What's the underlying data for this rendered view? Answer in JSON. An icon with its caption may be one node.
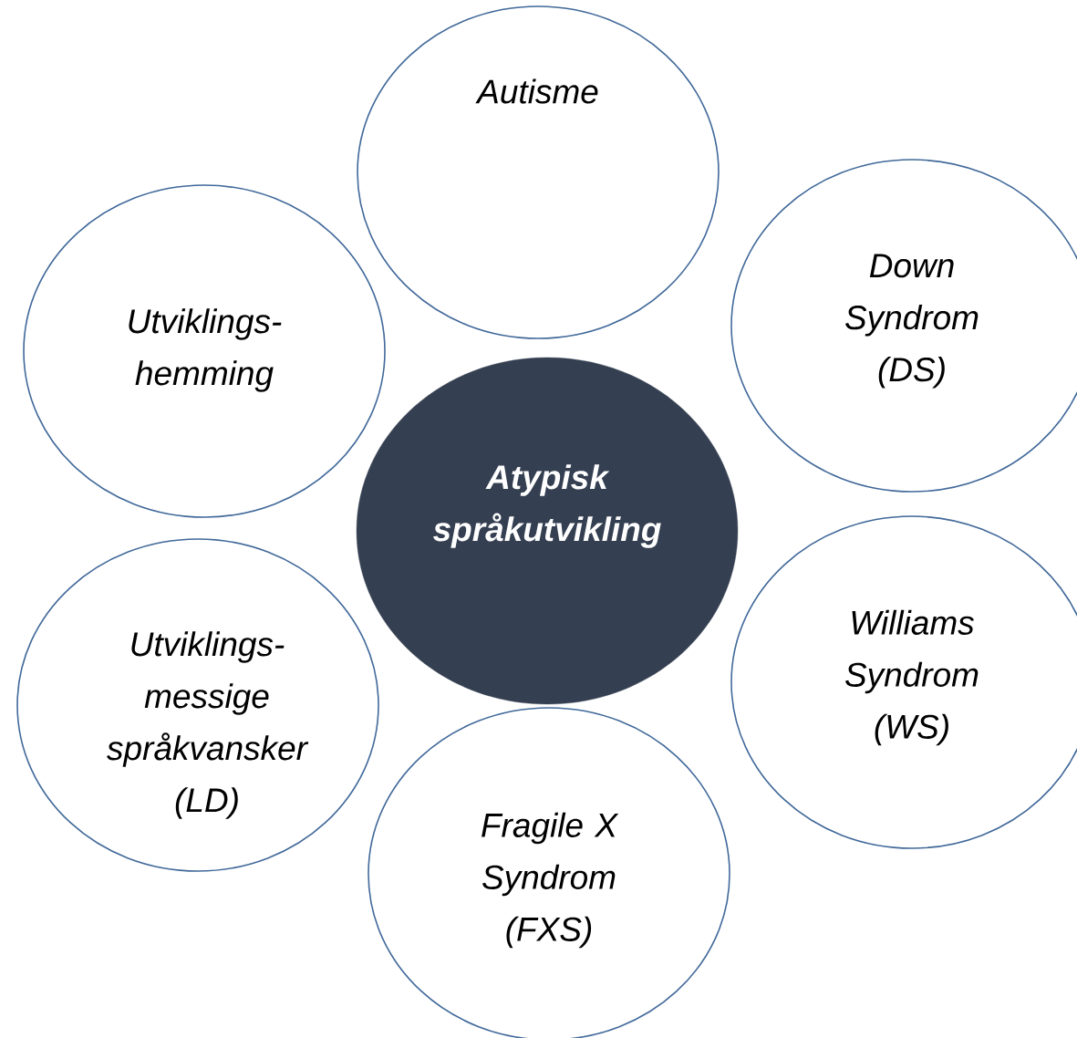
{
  "diagram": {
    "nodes": [
      {
        "text": [
          "Autisme"
        ]
      },
      {
        "text": [
          "Down Syndrom (DS)"
        ]
      },
      {
        "text": [
          "Utviklings- hemming"
        ]
      },
      {
        "text": [
          "Atypisk språkutvikling"
        ]
      },
      {
        "text": [
          "Williams Syndrom (WS)"
        ]
      },
      {
        "text": [
          "Utviklings- messige språkvansker (LD)"
        ]
      },
      {
        "text": [
          "Fragile X Syndrom (FXS)"
        ]
      }
    ]
  }
}
